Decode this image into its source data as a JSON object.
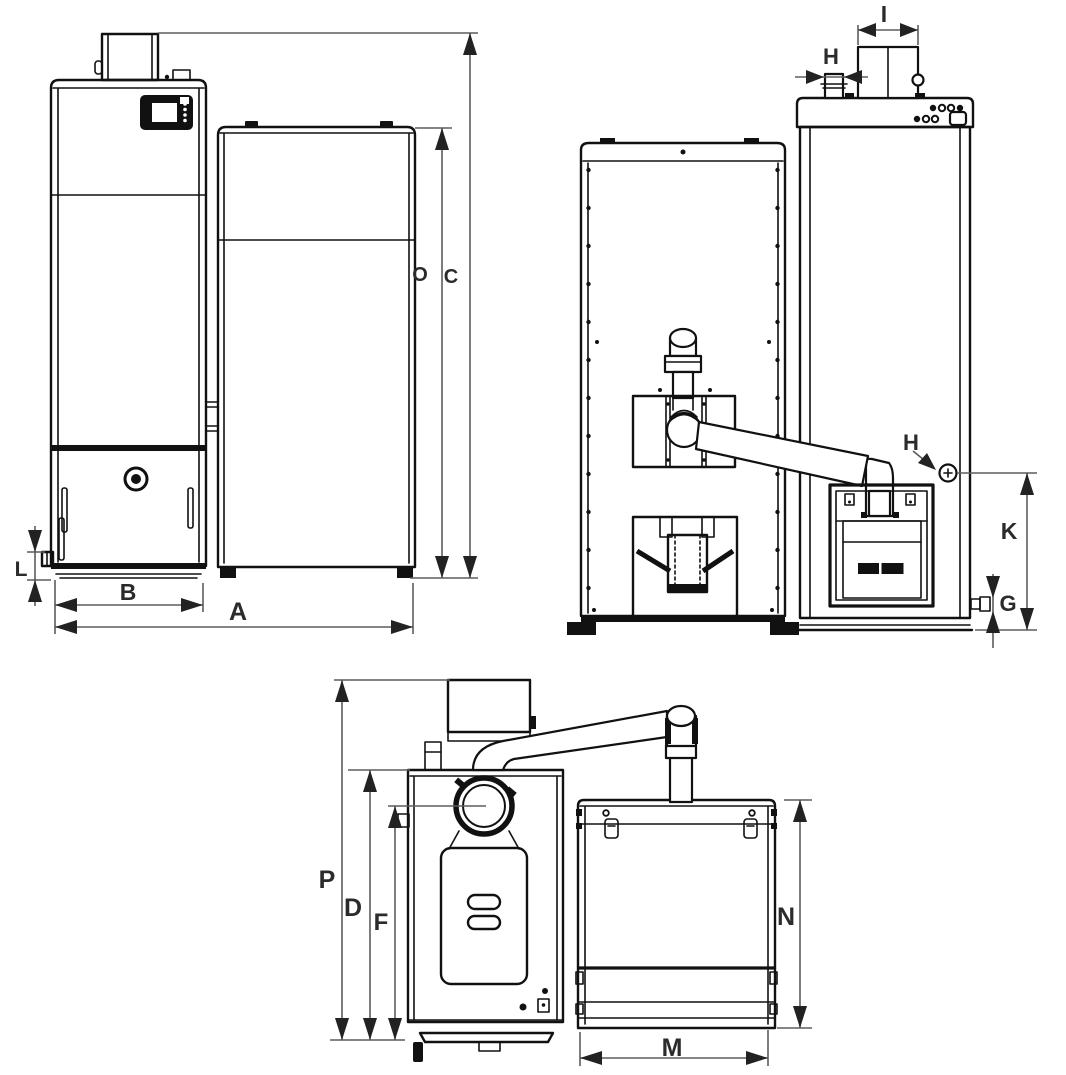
{
  "document": {
    "type": "technical dimension drawing",
    "subject": "pellet boiler with pellet hopper, three orthographic views, line art with letter dimension callouts"
  },
  "views": [
    {
      "id": "front",
      "name": "front view",
      "dimensions_shown": [
        "C",
        "O",
        "B",
        "A",
        "L"
      ]
    },
    {
      "id": "rear",
      "name": "rear view",
      "dimensions_shown": [
        "I",
        "H",
        "H",
        "K",
        "G"
      ]
    },
    {
      "id": "side",
      "name": "side view",
      "dimensions_shown": [
        "P",
        "D",
        "F",
        "N",
        "M"
      ]
    }
  ],
  "dims": {
    "A": "A",
    "B": "B",
    "C": "C",
    "D": "D",
    "F": "F",
    "G": "G",
    "H": "H",
    "I": "I",
    "K": "K",
    "L": "L",
    "M": "M",
    "N": "N",
    "O": "O",
    "P": "P"
  },
  "colors": {
    "background": "#ffffff",
    "outline": "#111111",
    "dimension_line": "#5d5d5d",
    "arrowhead": "#222222",
    "label": "#2b2b2b"
  }
}
